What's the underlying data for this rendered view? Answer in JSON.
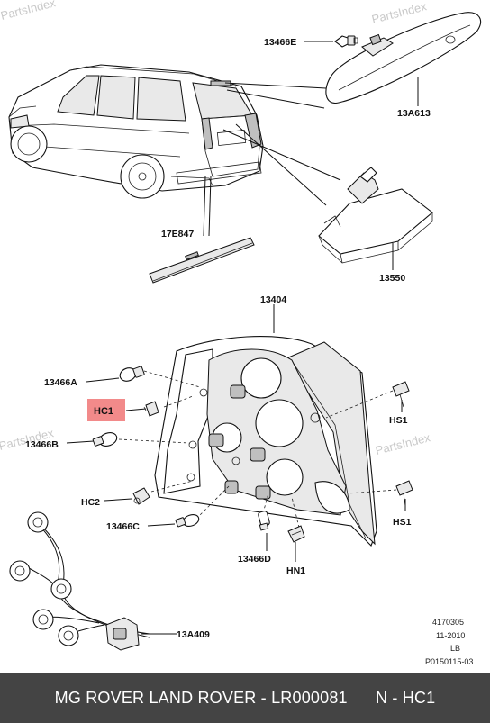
{
  "watermarks": [
    "PartsIndex",
    "PartsIndex",
    "PartsIndex",
    "PartsIndex"
  ],
  "labels": {
    "bulb_13466E": "13466E",
    "lamp_13A613": "13A613",
    "reflector_17E847": "17E847",
    "lamp_13550": "13550",
    "lamp_13404": "13404",
    "bulb_13466A": "13466A",
    "HC1": "HC1",
    "bulb_13466B": "13466B",
    "HC2": "HC2",
    "bulb_13466C": "13466C",
    "bulb_13466D": "13466D",
    "HN1": "HN1",
    "HS1_top": "HS1",
    "HS1_bottom": "HS1",
    "harness_13A409": "13A409"
  },
  "meta": {
    "line1": "4170305",
    "line2": "11-2010",
    "line3": "LB",
    "line4": "P0150115-03"
  },
  "highlight_color": "#f28a8a",
  "footer": {
    "text": "MG ROVER LAND ROVER - LR000081      N - HC1",
    "background": "#444444"
  }
}
